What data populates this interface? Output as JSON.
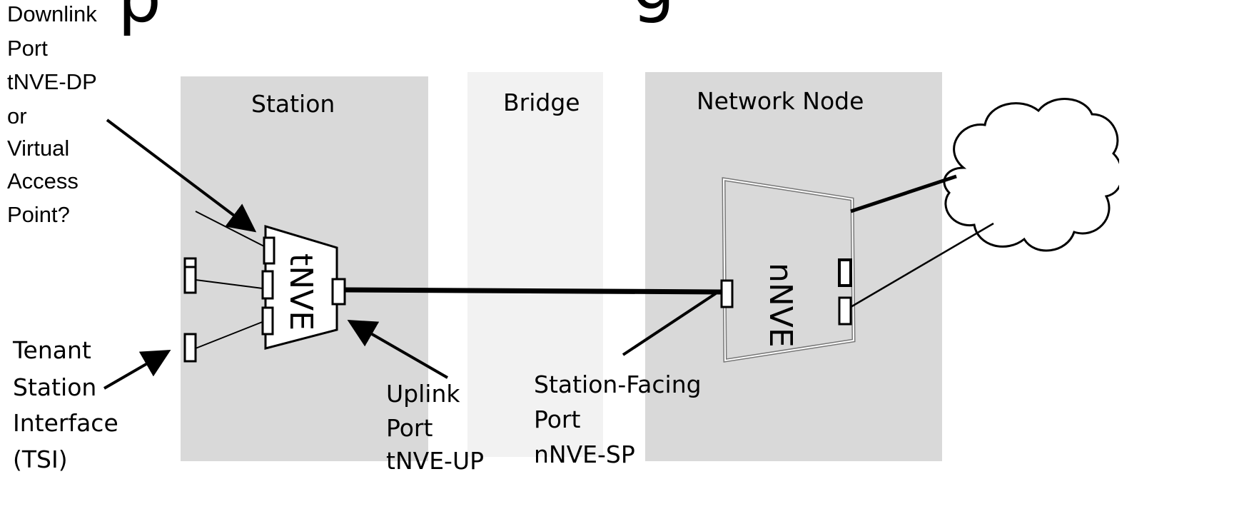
{
  "regions": {
    "station": "Station",
    "bridge": "Bridge",
    "network_node": "Network Node"
  },
  "tnve_label": "tNVE",
  "nnve_label": "nNVE",
  "callouts": {
    "downlink_port": [
      "Downlink",
      "Port",
      "tNVE-DP",
      "or",
      "Virtual",
      "Access",
      "Point?"
    ],
    "tenant_station_interface": [
      "Tenant",
      "Station",
      "Interface",
      "(TSI)"
    ],
    "uplink_port": [
      "Uplink",
      "Port",
      "tNVE-UP"
    ],
    "station_facing_port": [
      "Station-Facing",
      "Port",
      "nNVE-SP"
    ]
  },
  "colors": {
    "station_region": "#d9d9d9",
    "bridge_region": "#f2f2f2",
    "network_node_region": "#d9d9d9",
    "lines": "#000000"
  }
}
